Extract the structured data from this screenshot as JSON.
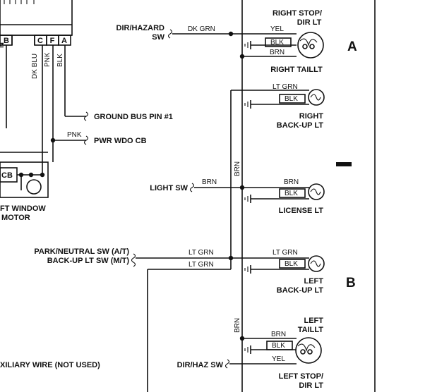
{
  "connector": {
    "pins": [
      "B",
      "C",
      "F",
      "A"
    ],
    "wire_dk_blu": "DK BLU",
    "wire_pnk": "PNK",
    "wire_blk": "BLK"
  },
  "components": {
    "dir_hazard_sw_top": [
      "DIR/HAZARD",
      "SW"
    ],
    "right_stop_dir": [
      "RIGHT STOP/",
      "DIR LT"
    ],
    "right_taillt": "RIGHT TAILLT",
    "ground_bus": "GROUND BUS PIN #1",
    "pwr_wdo_cb": "PWR WDO CB",
    "right_backup": [
      "RIGHT",
      "BACK-UP LT"
    ],
    "cb_label": "CB",
    "window_motor": [
      "FT WINDOW",
      "MOTOR"
    ],
    "light_sw": "LIGHT SW",
    "license_lt": "LICENSE LT",
    "park_neutral": [
      "PARK/NEUTRAL SW (A/T)",
      "BACK-UP LT SW (M/T)"
    ],
    "left_backup": [
      "LEFT",
      "BACK-UP LT"
    ],
    "left_taillt": [
      "LEFT",
      "TAILLT"
    ],
    "auxiliary": "XILIARY WIRE (NOT USED)",
    "dir_haz_sw_bottom": "DIR/HAZ SW",
    "left_stop_dir": [
      "LEFT STOP/",
      "DIR LT"
    ]
  },
  "wires": {
    "dk_grn": "DK GRN",
    "yel": "YEL",
    "blk": "BLK",
    "brn": "BRN",
    "lt_grn": "LT GRN",
    "pnk": "PNK"
  },
  "sections": {
    "a": "A",
    "b": "B"
  }
}
